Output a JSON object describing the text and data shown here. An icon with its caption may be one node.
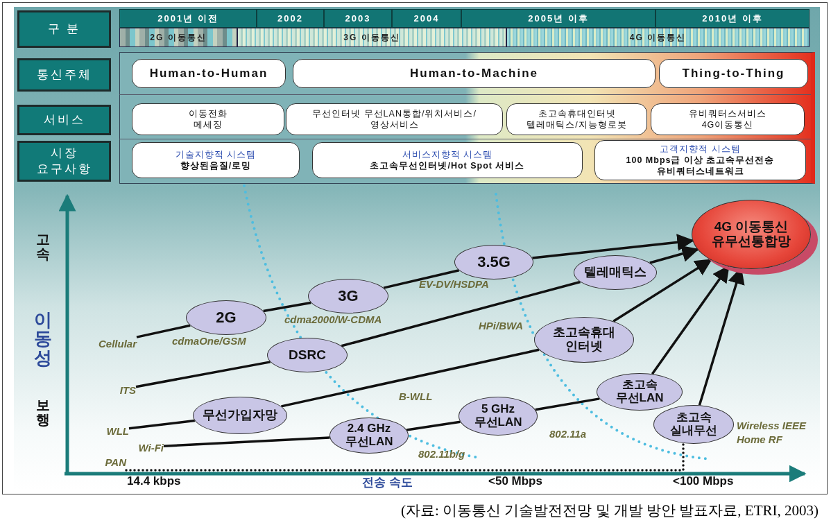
{
  "diagram": {
    "caption": "(자료: 이동통신 기술발전전망 및 개발 방안 발표자료, ETRI, 2003)",
    "nodes": [
      {
        "text": [
          "구 분"
        ]
      },
      {
        "text": [
          "통신주체"
        ]
      },
      {
        "text": [
          "서비스"
        ]
      },
      {
        "text": [
          "시장 요구사항"
        ]
      },
      {
        "text": [
          "2001년 이전"
        ]
      },
      {
        "text": [
          "2002"
        ]
      },
      {
        "text": [
          "2003"
        ]
      },
      {
        "text": [
          "2004"
        ]
      },
      {
        "text": [
          "2005년 이후"
        ]
      },
      {
        "text": [
          "2010년 이후"
        ]
      },
      {
        "text": [
          "2G 이동통신"
        ]
      },
      {
        "text": [
          "3G 이동통신"
        ]
      },
      {
        "text": [
          "4G 이동통신"
        ]
      },
      {
        "text": [
          "Human-to-Human"
        ]
      },
      {
        "text": [
          "Human-to-Machine"
        ]
      },
      {
        "text": [
          "Thing-to-Thing"
        ]
      },
      {
        "text": [
          "이동전화 메세징"
        ]
      },
      {
        "text": [
          "무선인터넷 무선LAN통합/위치서비스/영상서비스"
        ]
      },
      {
        "text": [
          "초고속휴대인터넷 텔레매틱스/지능형로봇"
        ]
      },
      {
        "text": [
          "유비쿼터스서비스 4G이동통신"
        ]
      },
      {
        "text": [
          "기술지향적 시스템",
          "향상된음질/로밍"
        ]
      },
      {
        "text": [
          "서비스지향적 시스템",
          "초고속무선인터넷/Hot Spot 서비스"
        ]
      },
      {
        "text": [
          "고객지향적 시스템",
          "100 Mbps급 이상 초고속무선전송 유비쿼터스네트워크"
        ]
      },
      {
        "text": [
          "Cellular"
        ]
      },
      {
        "text": [
          "2G"
        ],
        "beside": [
          "cdmaOne/GSM"
        ]
      },
      {
        "text": [
          "3G"
        ],
        "beside": [
          "cdma2000/W-CDMA"
        ]
      },
      {
        "text": [
          "3.5G"
        ],
        "beside": [
          "EV-DV/HSDPA"
        ]
      },
      {
        "text": [
          "4G 이동통신 유무선통합망"
        ]
      },
      {
        "text": [
          "ITS"
        ]
      },
      {
        "text": [
          "DSRC"
        ]
      },
      {
        "text": [
          "텔레매틱스"
        ]
      },
      {
        "text": [
          "WLL"
        ]
      },
      {
        "text": [
          "무선가입자망"
        ]
      },
      {
        "text": [
          "초고속휴대 인터넷"
        ],
        "beside": [
          "HPi/BWA"
        ]
      },
      {
        "text": [
          "Wi-Fi"
        ]
      },
      {
        "text": [
          "2.4 GHz 무선LAN"
        ],
        "beside": [
          "802.11b/g"
        ]
      },
      {
        "text": [
          "5 GHz 무선LAN"
        ],
        "beside": [
          "802.11a"
        ]
      },
      {
        "text": [
          "초고속 무선LAN"
        ]
      },
      {
        "text": [
          "PAN"
        ]
      },
      {
        "text": [
          "초고속 실내무선"
        ],
        "beside": [
          "Wireless IEEE Home RF"
        ]
      }
    ],
    "edges": [
      {
        "from": 23,
        "to": 24,
        "arrow": "none"
      },
      {
        "from": 24,
        "to": 25,
        "arrow": "none"
      },
      {
        "from": 25,
        "to": 26,
        "arrow": "none"
      },
      {
        "from": 26,
        "to": 27,
        "arrow": "to"
      },
      {
        "from": 28,
        "to": 29,
        "arrow": "none"
      },
      {
        "from": 29,
        "to": 30,
        "arrow": "none"
      },
      {
        "from": 30,
        "to": 27,
        "arrow": "to"
      },
      {
        "from": 31,
        "to": 32,
        "arrow": "none"
      },
      {
        "from": 32,
        "to": 33,
        "arrow": "none",
        "label": "B-WLL"
      },
      {
        "from": 33,
        "to": 27,
        "arrow": "to"
      },
      {
        "from": 34,
        "to": 35,
        "arrow": "none"
      },
      {
        "from": 35,
        "to": 36,
        "arrow": "none"
      },
      {
        "from": 36,
        "to": 37,
        "arrow": "none"
      },
      {
        "from": 37,
        "to": 27,
        "arrow": "to"
      },
      {
        "from": 38,
        "to": 39,
        "arrow": "none",
        "style": "dashed"
      },
      {
        "from": 39,
        "to": 27,
        "arrow": "to"
      }
    ],
    "labels": [
      "고속",
      "이동성",
      "보행",
      "14.4 kbps",
      "전송 속도",
      "<50 Mbps",
      "<100 Mbps"
    ]
  }
}
